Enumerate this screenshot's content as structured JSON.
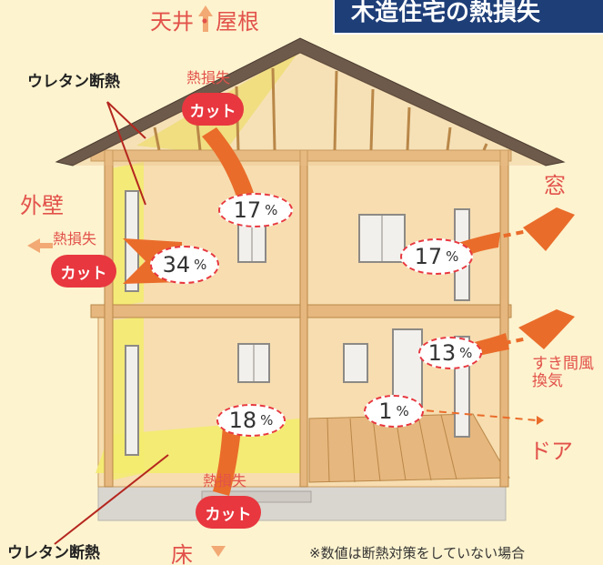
{
  "banner": {
    "title": "木造住宅の熱損失"
  },
  "parts": {
    "roof": "天井・屋根",
    "wall": "外壁",
    "window": "窓",
    "draft": "すき間風",
    "ventilation": "換気",
    "door": "ドア",
    "floor": "床"
  },
  "heat_loss_label": "熱損失",
  "cut_label": "カット",
  "insulation_label": "ウレタン断熱",
  "percent_unit": "%",
  "percentages": {
    "roof": "17",
    "wall": "34",
    "window": "17",
    "draft": "13",
    "door": "1",
    "floor": "18"
  },
  "footnote": "※数値は断熱対策をしていない場合",
  "colors": {
    "background": "#fdf3cf",
    "accent": "#e8373f",
    "arrow": "#ea6c2a",
    "banner": "#1e3e78",
    "insulation": "#f3ec6e"
  }
}
